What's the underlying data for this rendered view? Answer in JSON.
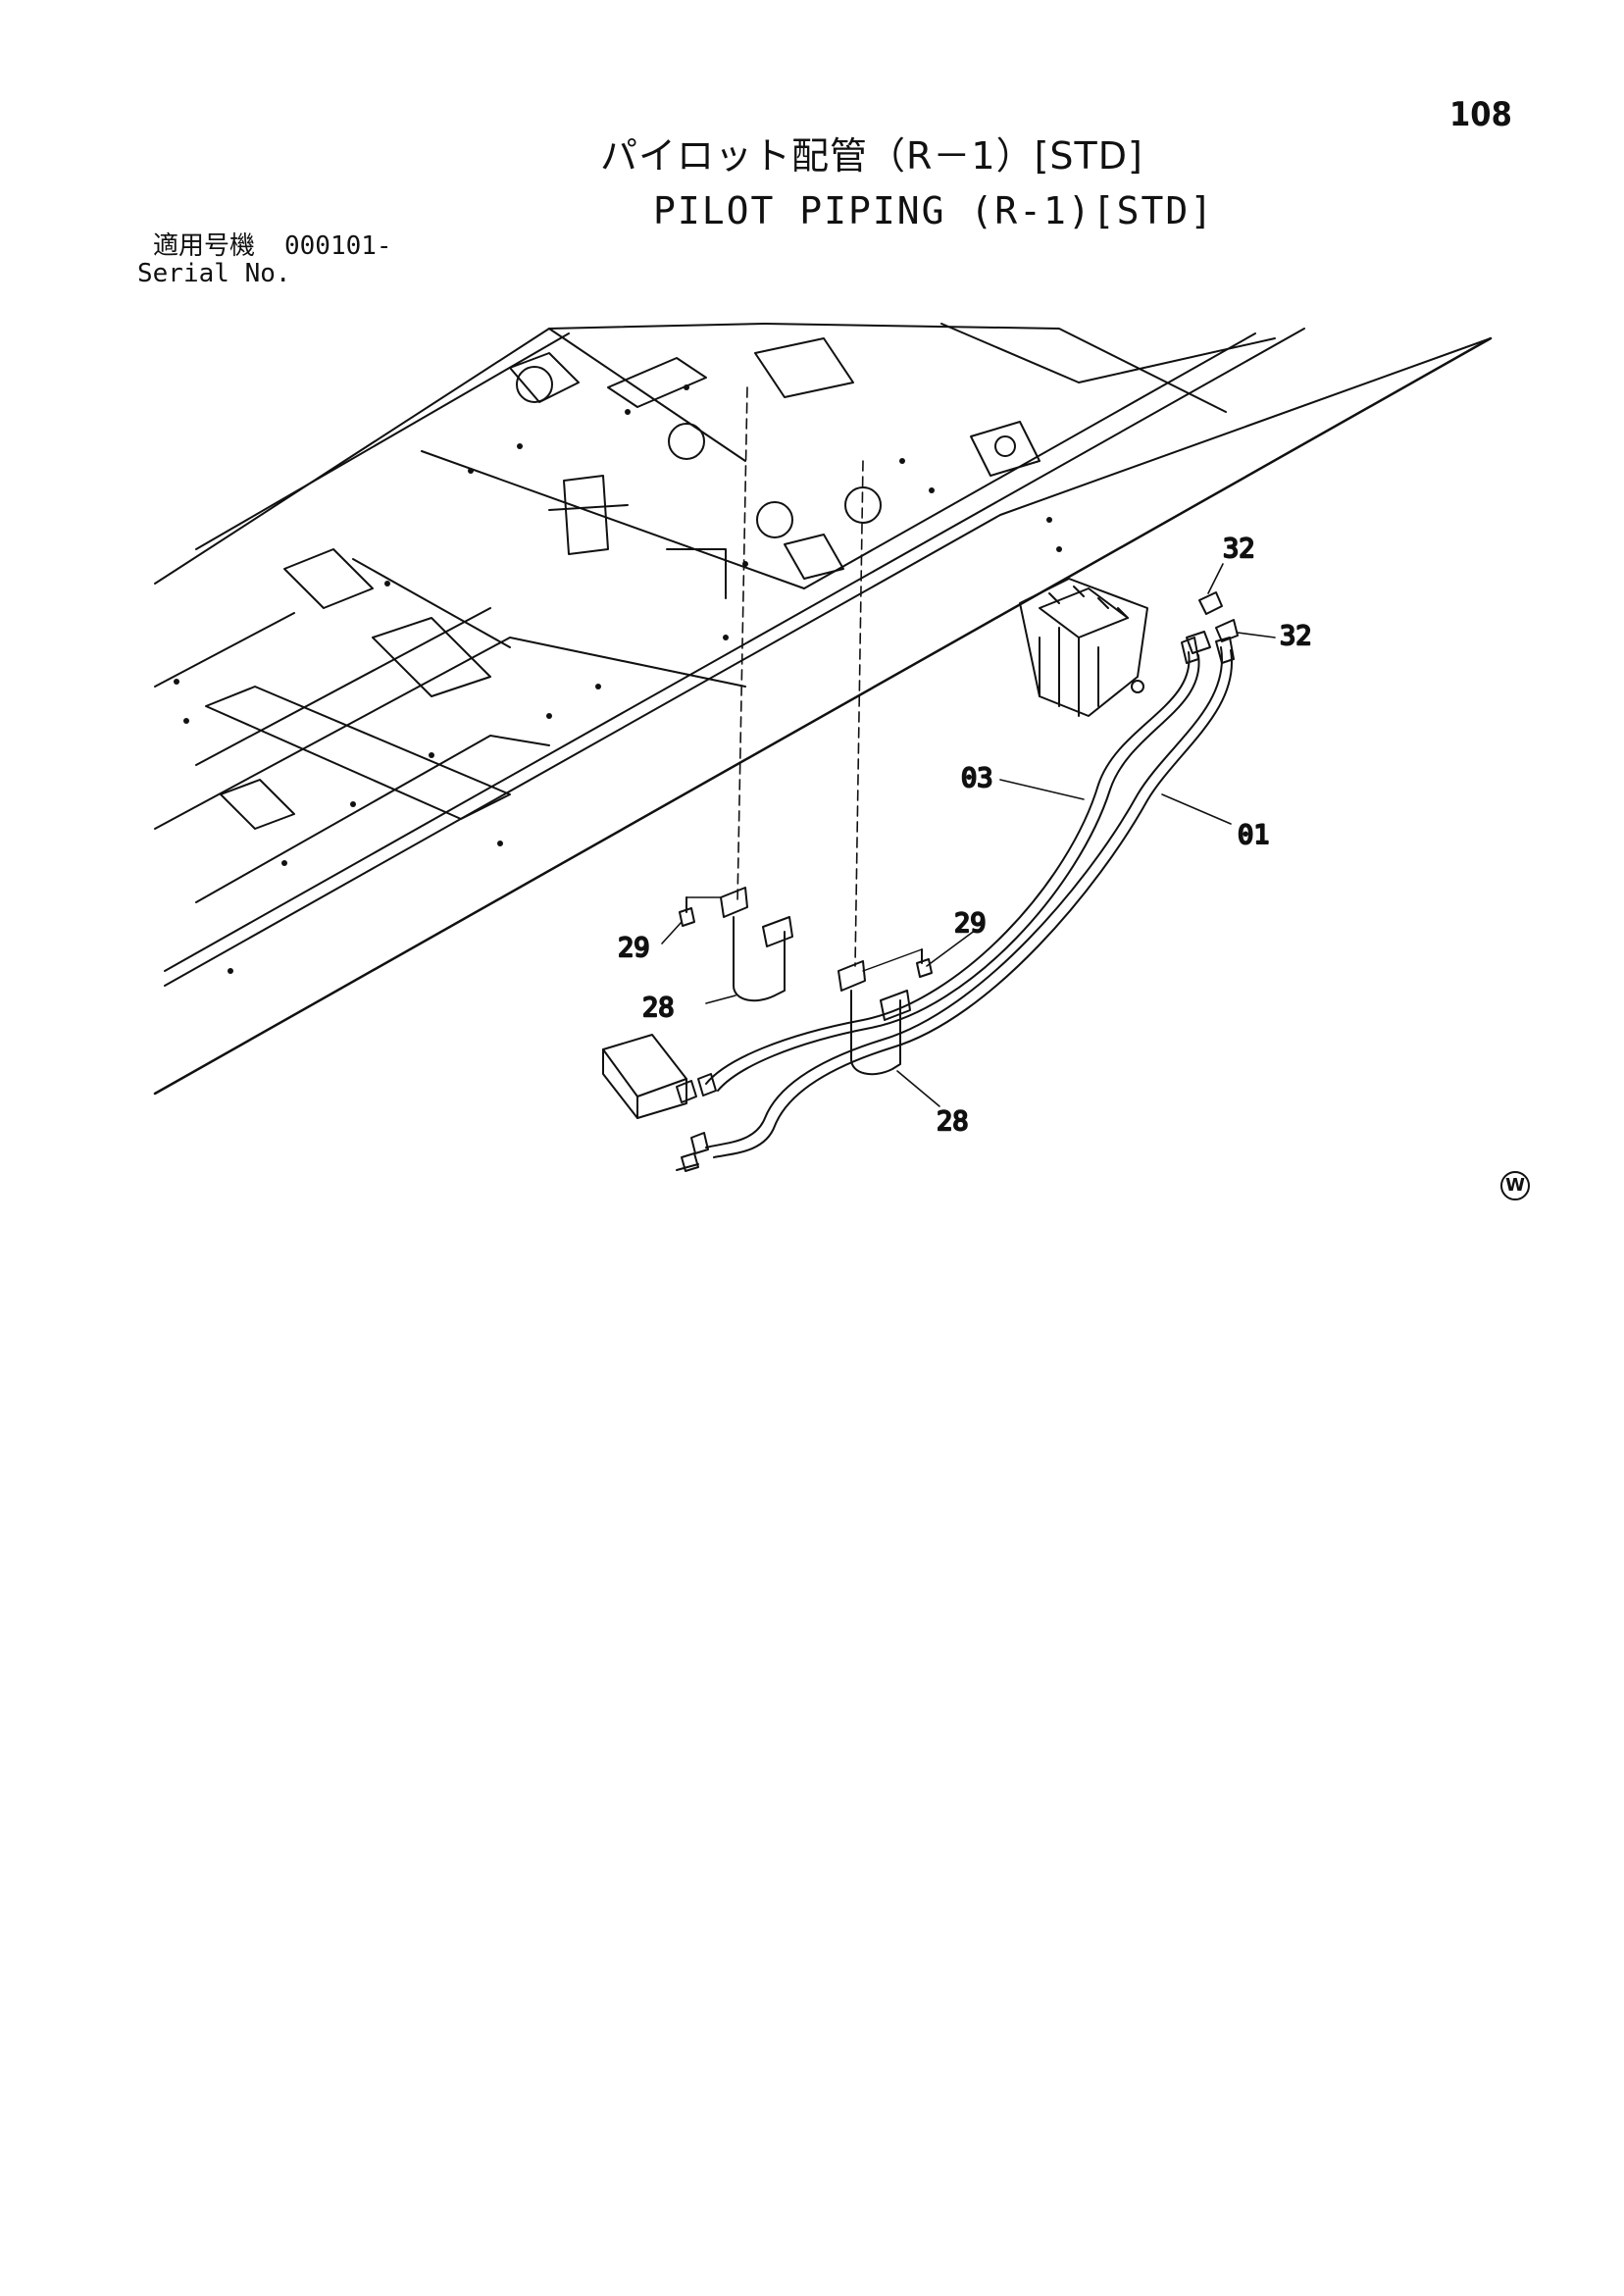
{
  "page_number": "108",
  "title_jp": "パイロット配管（R－1）[STD]",
  "title_en": "PILOT PIPING (R-1)[STD]",
  "serial": {
    "label_jp": "適用号機",
    "value": "000101-",
    "label_en": "Serial No."
  },
  "callouts": {
    "c32_top": "32",
    "c32_right": "32",
    "c03": "03",
    "c01": "01",
    "c29_left": "29",
    "c29_right": "29",
    "c28_left": "28",
    "c28_bottom": "28"
  },
  "watermark_letter": "W",
  "colors": {
    "line": "#111111",
    "background": "#ffffff"
  }
}
